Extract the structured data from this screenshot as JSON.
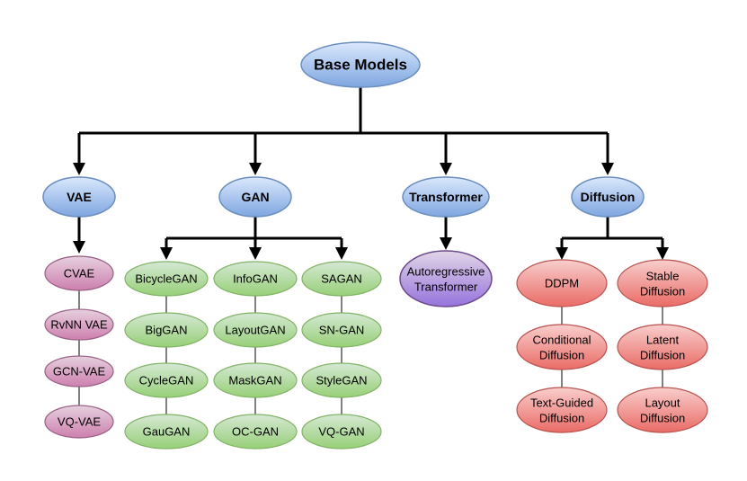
{
  "root": {
    "label": "Base Models"
  },
  "categories": [
    {
      "label": "VAE",
      "color": "blue"
    },
    {
      "label": "GAN",
      "color": "blue"
    },
    {
      "label": "Transformer",
      "color": "blue"
    },
    {
      "label": "Diffusion",
      "color": "blue"
    }
  ],
  "vae_models": [
    "CVAE",
    "RvNN VAE",
    "GCN-VAE",
    "VQ-VAE"
  ],
  "gan_models": {
    "col1": [
      "BicycleGAN",
      "BigGAN",
      "CycleGAN",
      "GauGAN"
    ],
    "col2": [
      "InfoGAN",
      "LayoutGAN",
      "MaskGAN",
      "OC-GAN"
    ],
    "col3": [
      "SAGAN",
      "SN-GAN",
      "StyleGAN",
      "VQ-GAN"
    ]
  },
  "transformer_models": [
    {
      "line1": "Autoregressive",
      "line2": "Transformer"
    }
  ],
  "diffusion_models": {
    "col1": [
      {
        "line1": "DDPM",
        "line2": ""
      },
      {
        "line1": "Conditional",
        "line2": "Diffusion"
      },
      {
        "line1": "Text-Guided",
        "line2": "Diffusion"
      }
    ],
    "col2": [
      {
        "line1": "Stable",
        "line2": "Diffusion"
      },
      {
        "line1": "Latent",
        "line2": "Diffusion"
      },
      {
        "line1": "Layout",
        "line2": "Diffusion"
      }
    ]
  },
  "colors": {
    "blue_light": "#dae8fc",
    "blue_dark": "#7ea6e0",
    "blue_stroke": "#6c8ebf",
    "pink_light": "#e6d0de",
    "pink_dark": "#cd7fae",
    "pink_stroke": "#996185",
    "green_light": "#d5e8d4",
    "green_dark": "#97d077",
    "green_stroke": "#82b366",
    "purple_light": "#e1d5e7",
    "purple_dark": "#9673dc",
    "purple_stroke": "#6c4a8a",
    "red_light": "#f8cecc",
    "red_dark": "#ea6b66",
    "red_stroke": "#b85450"
  }
}
